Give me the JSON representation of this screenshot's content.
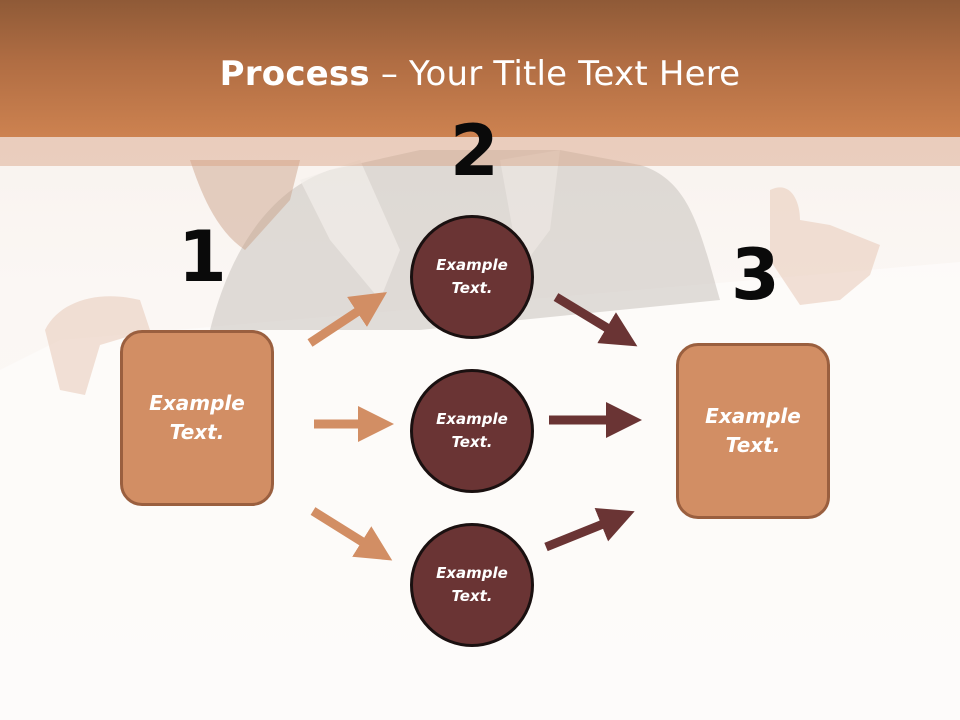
{
  "title": {
    "bold": "Process",
    "dash": " – ",
    "rest": "Your Title Text Here"
  },
  "steps": {
    "one": "1",
    "two": "2",
    "three": "3"
  },
  "nodes": {
    "left_box": "Example Text.",
    "circle_top": "Example Text.",
    "circle_middle": "Example Text.",
    "circle_bottom": "Example Text.",
    "right_box": "Example Text."
  },
  "colors": {
    "title_band": "#b06d43",
    "box_fill": "#d28e64",
    "box_border": "#9a5f3f",
    "circle_fill": "#6a3434",
    "arrow_light": "#d28e64",
    "arrow_dark": "#6a3434",
    "number_text": "#0a0a0a"
  }
}
